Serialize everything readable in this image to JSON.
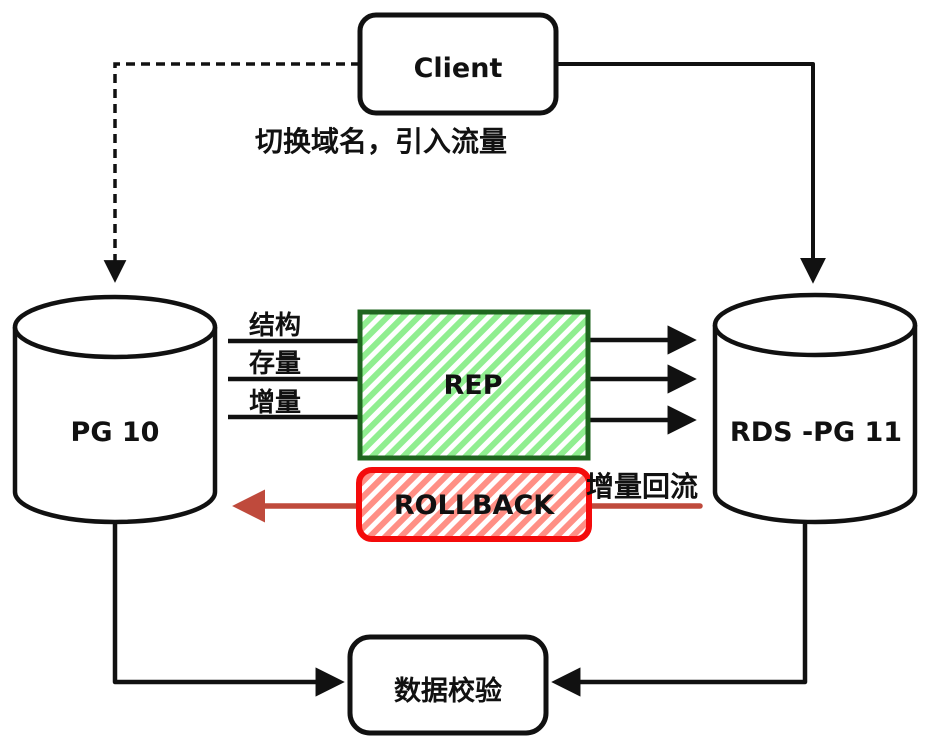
{
  "diagram": {
    "nodes": {
      "client": {
        "label": "Client"
      },
      "pg10": {
        "label": "PG 10"
      },
      "rds": {
        "label": "RDS -PG 11"
      },
      "rep": {
        "label": "REP"
      },
      "rollback": {
        "label": "ROLLBACK"
      },
      "validation": {
        "label": "数据校验"
      }
    },
    "streams": {
      "structure": "结构",
      "full": "存量",
      "incremental": "增量"
    },
    "annotations": {
      "switch_traffic": "切换域名，引入流量",
      "incremental_backflow": "增量回流"
    },
    "colors": {
      "line": "#111111",
      "rep_fill_hatch": "#90ee90",
      "rep_border": "#1f651f",
      "rollback_fill_hatch": "#ff8f85",
      "rollback_border": "#f40b0b",
      "backflow_arrow": "#bf4a3c",
      "background": "#ffffff"
    }
  }
}
